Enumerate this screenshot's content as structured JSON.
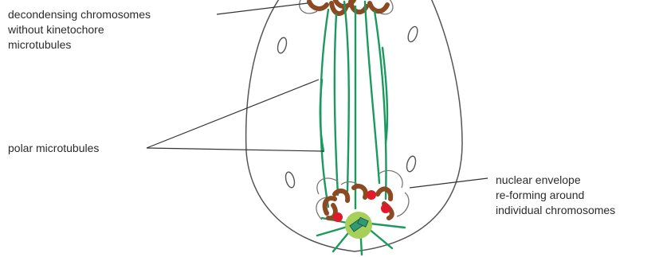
{
  "labels": {
    "decondensing": "decondensing chromosomes\nwithout kinetochore\nmicrotubules",
    "polar": "polar microtubules",
    "envelope": "nuclear envelope\nre-forming around\nindividual chromosomes"
  },
  "colors": {
    "cell_outline": "#555555",
    "microtubule": "#1a9a5e",
    "chromosome": "#8b4a22",
    "kinetochore": "#e0192b",
    "centrosome": "#a6d05a",
    "centriole": "#2f9a73",
    "envelope_outline": "#777777",
    "leader_line": "#333333"
  }
}
